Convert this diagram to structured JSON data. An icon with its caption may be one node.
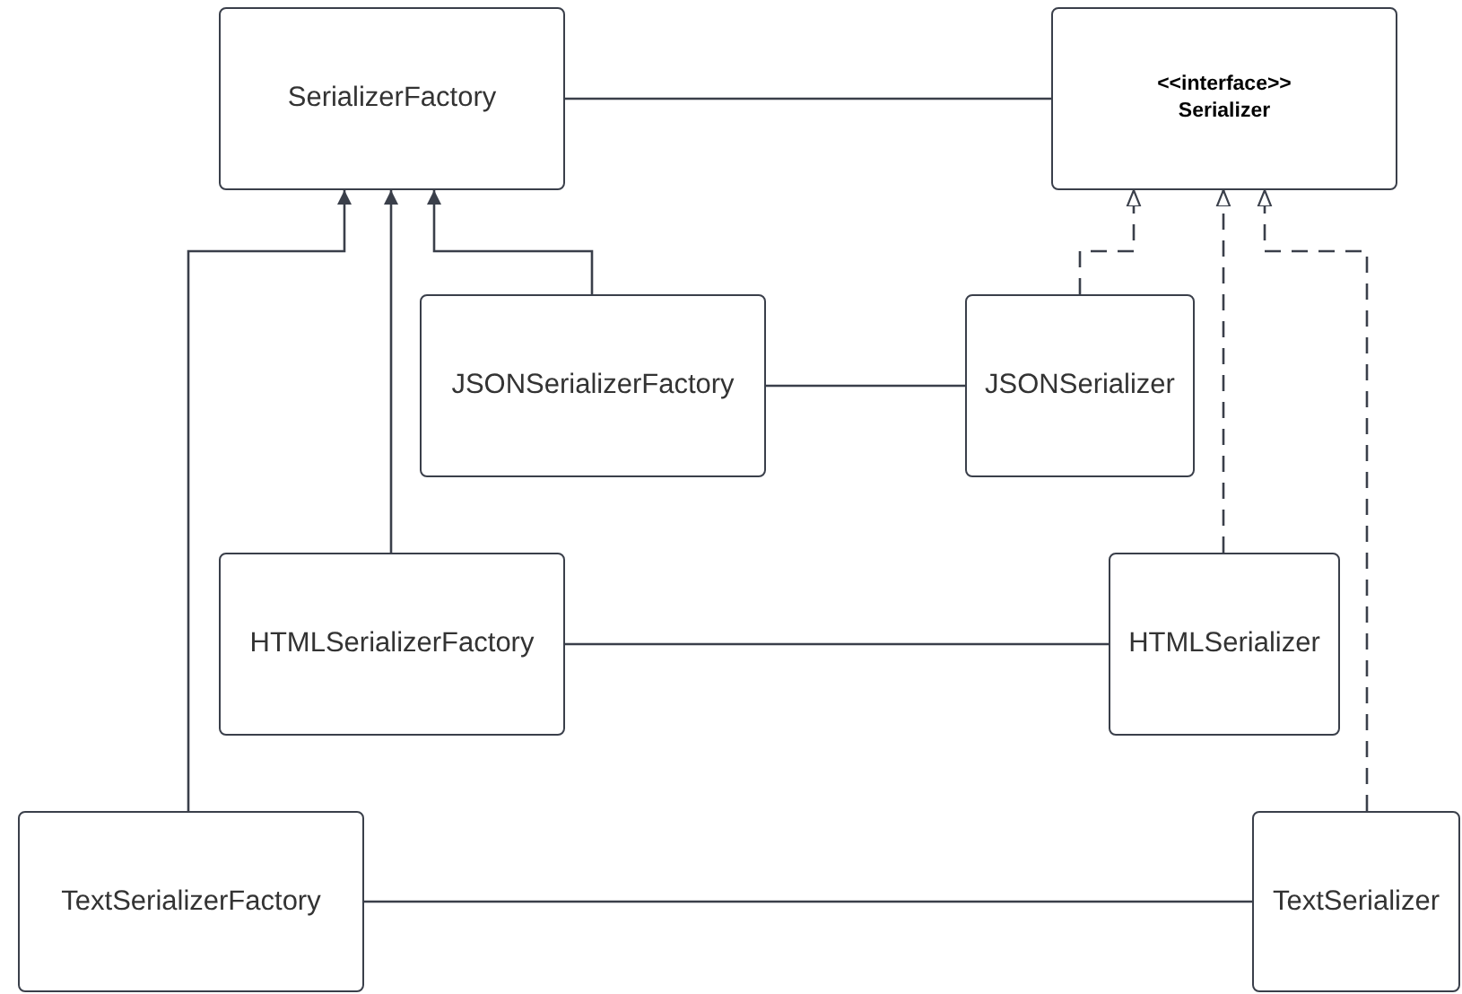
{
  "diagram": {
    "nodes": [
      {
        "text": [
          "SerializerFactory"
        ]
      },
      {
        "text": [
          "<<interface>>",
          "Serializer"
        ]
      },
      {
        "text": [
          "JSONSerializerFactory"
        ]
      },
      {
        "text": [
          "JSONSerializer"
        ]
      },
      {
        "text": [
          "HTMLSerializerFactory"
        ]
      },
      {
        "text": [
          "HTMLSerializer"
        ]
      },
      {
        "text": [
          "TextSerializerFactory"
        ]
      },
      {
        "text": [
          "TextSerializer"
        ]
      }
    ],
    "edges": [
      {
        "from": 0,
        "to": 1,
        "arrow": "none"
      },
      {
        "from": 6,
        "to": 0,
        "arrow": "to"
      },
      {
        "from": 4,
        "to": 0,
        "arrow": "to"
      },
      {
        "from": 2,
        "to": 0,
        "arrow": "to"
      },
      {
        "from": 2,
        "to": 3,
        "arrow": "none"
      },
      {
        "from": 3,
        "to": 1,
        "arrow": "to",
        "style": "dashed"
      },
      {
        "from": 5,
        "to": 1,
        "arrow": "to",
        "style": "dashed"
      },
      {
        "from": 4,
        "to": 5,
        "arrow": "none"
      },
      {
        "from": 7,
        "to": 1,
        "arrow": "to",
        "style": "dashed"
      },
      {
        "from": 6,
        "to": 7,
        "arrow": "none"
      }
    ]
  }
}
